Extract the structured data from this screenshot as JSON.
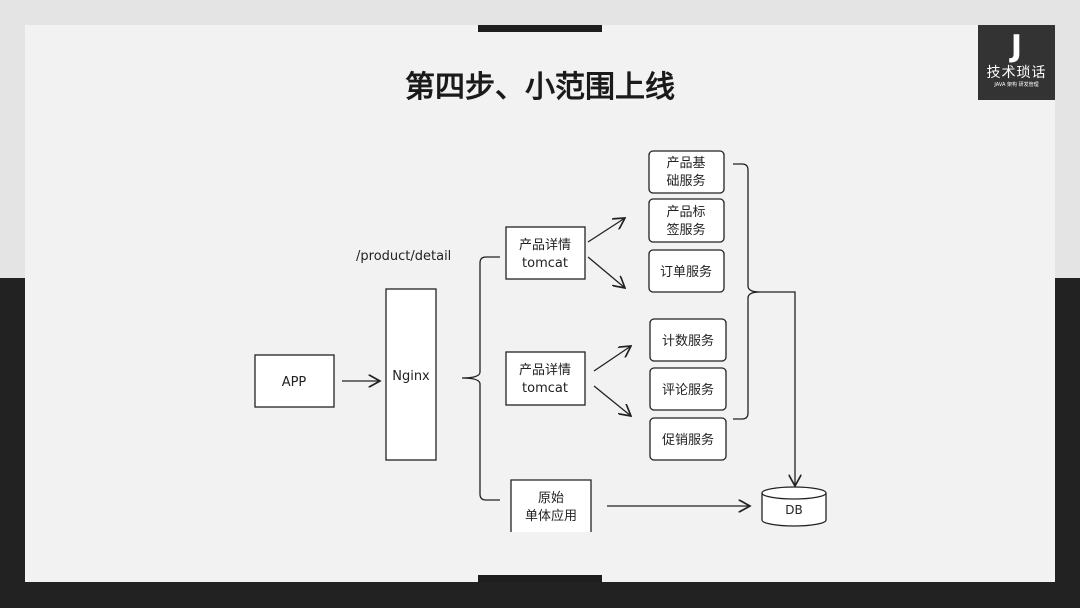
{
  "title": "第四步、小范围上线",
  "logo": {
    "mark": "J",
    "name": "技术琐话",
    "slogan": "JAVA 架构 研发管理"
  },
  "diagram": {
    "path_label": "/product/detail",
    "app": "APP",
    "nginx": "Nginx",
    "tomcat1": [
      "产品详情",
      "tomcat"
    ],
    "tomcat2": [
      "产品详情",
      "tomcat"
    ],
    "monolith": [
      "原始",
      "单体应用"
    ],
    "services": [
      [
        "产品基",
        "础服务"
      ],
      [
        "产品标",
        "签服务"
      ],
      [
        "订单服务"
      ],
      [
        "计数服务"
      ],
      [
        "评论服务"
      ],
      [
        "促销服务"
      ]
    ],
    "db": "DB"
  }
}
